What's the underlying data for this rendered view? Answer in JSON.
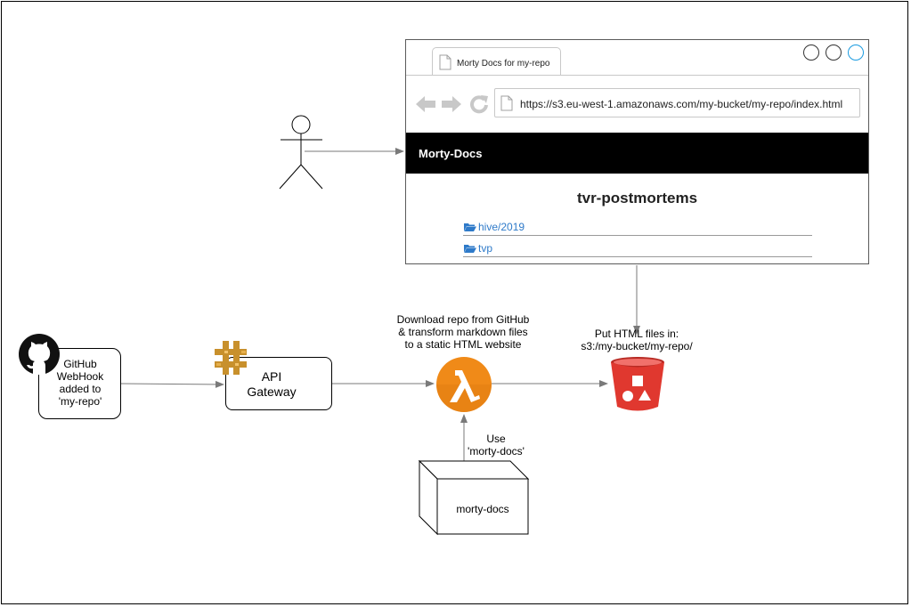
{
  "browser": {
    "tab_title": "Morty Docs for my-repo",
    "url": "https://s3.eu-west-1.amazonaws.com/my-bucket/my-repo/index.html",
    "header_title": "Morty-Docs",
    "page_heading": "tvr-postmortems",
    "folders": [
      "hive/2019",
      "tvp"
    ]
  },
  "github": {
    "line1": "GitHub",
    "line2": "WebHook",
    "line3": "added to",
    "line4": "'my-repo'"
  },
  "api_gateway": {
    "line1": "API",
    "line2": "Gateway"
  },
  "lambda": {
    "caption1": "Download repo from GitHub",
    "caption2": "& transform markdown files",
    "caption3": "to a static HTML website"
  },
  "s3": {
    "caption1": "Put HTML files in:",
    "caption2": "s3:/my-bucket/my-repo/"
  },
  "use_note": {
    "line1": "Use",
    "line2": "'morty-docs'"
  },
  "package": {
    "label": "morty-docs"
  },
  "colors": {
    "lambda_orange": "#f08a18",
    "s3_red": "#e0382f",
    "api_gold": "#c8902c",
    "link_blue": "#2e7ac9"
  }
}
